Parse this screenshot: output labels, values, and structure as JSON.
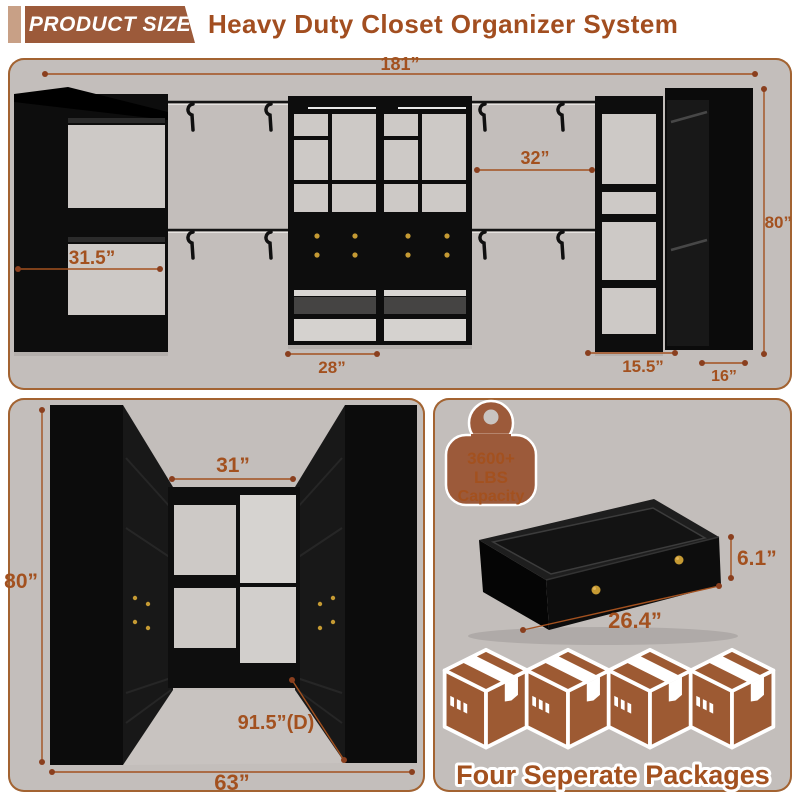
{
  "header": {
    "badge": "PRODUCT SIZE",
    "title": "Heavy Duty Closet Organizer System"
  },
  "top_diagram": {
    "total_width": "181”",
    "total_height": "80”",
    "left_shelf_width": "31.5”",
    "hang_section_width": "32”",
    "center_unit_width": "28”",
    "right_unit_width": "15.5”",
    "right_unit_depth": "16”"
  },
  "walk_in_diagram": {
    "height": "80”",
    "center_gap_width": "31”",
    "diagonal_depth": "91.5”(D)",
    "front_width": "63”"
  },
  "capacity_badge": {
    "line1": "3600+",
    "line2": "LBS",
    "line3": "Capacity"
  },
  "drawer_diagram": {
    "height": "6.1”",
    "width": "26.4”"
  },
  "packages": {
    "count": 4,
    "label": "Four Seperate Packages"
  },
  "colors": {
    "accent_brown": "#9C5A3A",
    "title_text": "#A24E20",
    "dimension": "#A3511F",
    "panel_bg": "#C3BEBB",
    "panel_border": "#A36331",
    "gold_knob": "#C59A33",
    "wood_black": "#0D0D0D"
  }
}
